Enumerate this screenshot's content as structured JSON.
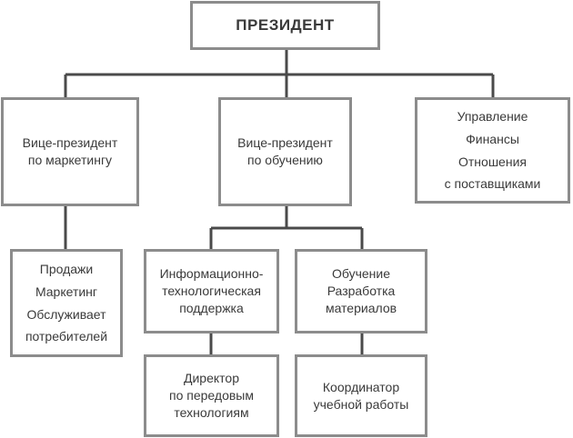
{
  "org_chart": {
    "president": {
      "lines": [
        "ПРЕЗИДЕНТ"
      ]
    },
    "vp_marketing": {
      "lines": [
        "Вице-президент",
        "по маркетингу"
      ]
    },
    "vp_training": {
      "lines": [
        "Вице-президент",
        "по обучению"
      ]
    },
    "management": {
      "lines": [
        "Управление",
        "Финансы",
        "Отношения",
        "с поставщиками"
      ]
    },
    "sales": {
      "lines": [
        "Продажи",
        "Маркетинг",
        "Обслуживает",
        "потребителей"
      ]
    },
    "it_support": {
      "lines": [
        "Информационно-",
        "технологическая",
        "поддержка"
      ]
    },
    "training_dev": {
      "lines": [
        "Обучение",
        "Разработка",
        "материалов"
      ]
    },
    "director_tech": {
      "lines": [
        "Директор",
        "по передовым",
        "технологиям"
      ]
    },
    "coordinator": {
      "lines": [
        "Координатор",
        "учебной работы"
      ]
    }
  },
  "colors": {
    "line": "#4a4a4a",
    "border": "#8c8c8c",
    "text": "#3a3a3a"
  }
}
